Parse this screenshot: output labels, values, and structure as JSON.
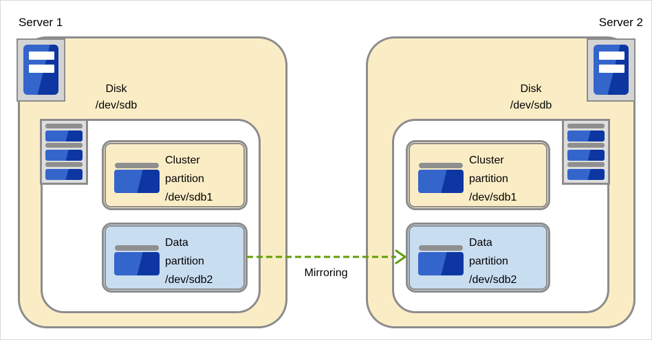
{
  "colors": {
    "cream": "#faedc6",
    "light_blue": "#c9ddf1",
    "border_gray": "#8c8c8c",
    "icon_bg_gray": "#d4d4d4",
    "bar_gray": "#8f8f8f",
    "icon_blue_light": "#3465cb",
    "icon_blue_dark": "#0e36a3",
    "arrow_green": "#5f9e06"
  },
  "servers": [
    {
      "name": "Server 1",
      "disk": {
        "label": "Disk",
        "device": "/dev/sdb",
        "partitions": [
          {
            "kind": "cluster",
            "lines": [
              "Cluster",
              "partition",
              "/dev/sdb1"
            ]
          },
          {
            "kind": "data",
            "lines": [
              "Data",
              "partition",
              "/dev/sdb2"
            ]
          }
        ]
      }
    },
    {
      "name": "Server 2",
      "disk": {
        "label": "Disk",
        "device": "/dev/sdb",
        "partitions": [
          {
            "kind": "cluster",
            "lines": [
              "Cluster",
              "partition",
              "/dev/sdb1"
            ]
          },
          {
            "kind": "data",
            "lines": [
              "Data",
              "partition",
              "/dev/sdb2"
            ]
          }
        ]
      }
    }
  ],
  "arrow": {
    "label": "Mirroring",
    "direction": "left-to-right"
  },
  "icons": {
    "server": "server-tower-icon",
    "disk": "disk-stack-icon",
    "partition": "partition-icon"
  }
}
